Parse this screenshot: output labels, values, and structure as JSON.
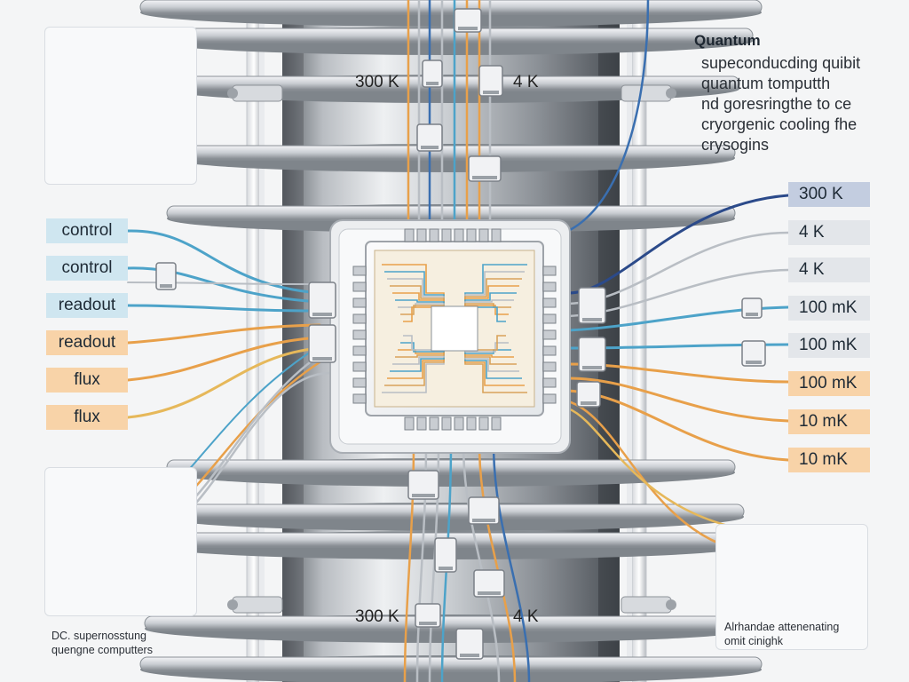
{
  "title": "Quantum",
  "description": [
    "supeconducding quibit",
    "quantum tomputth",
    "nd goresringthe to ce",
    "cryorgenic cooling fhe",
    "crysogins"
  ],
  "left_labels": [
    {
      "text": "control",
      "style": "blue"
    },
    {
      "text": "control",
      "style": "blue"
    },
    {
      "text": "readout",
      "style": "blue"
    },
    {
      "text": "readout",
      "style": "orange"
    },
    {
      "text": "flux",
      "style": "orange"
    },
    {
      "text": "flux",
      "style": "orange"
    }
  ],
  "right_labels": [
    {
      "text": "300 K",
      "style": "navy"
    },
    {
      "text": "4 K",
      "style": "gray"
    },
    {
      "text": "4 K",
      "style": "gray"
    },
    {
      "text": "100 mK",
      "style": "gray"
    },
    {
      "text": "100 mK",
      "style": "gray"
    },
    {
      "text": "100 mK",
      "style": "orange"
    },
    {
      "text": "10 mK",
      "style": "orange"
    },
    {
      "text": "10 mK",
      "style": "orange"
    }
  ],
  "stage_labels": {
    "top_left": "300 K",
    "top_right": "4 K",
    "bottom_left": "300 K",
    "bottom_right": "4 K"
  },
  "captions": {
    "bottom_left": [
      "DC. supernosstung",
      "quengne computters"
    ],
    "bottom_right": [
      "Alrhandae attenenating",
      "omit cinighk"
    ]
  },
  "colors": {
    "control_blue": "#4da3c9",
    "readout_orange": "#e8a04a",
    "navy": "#2b4a8a",
    "wire_gray": "#b9bec4"
  }
}
